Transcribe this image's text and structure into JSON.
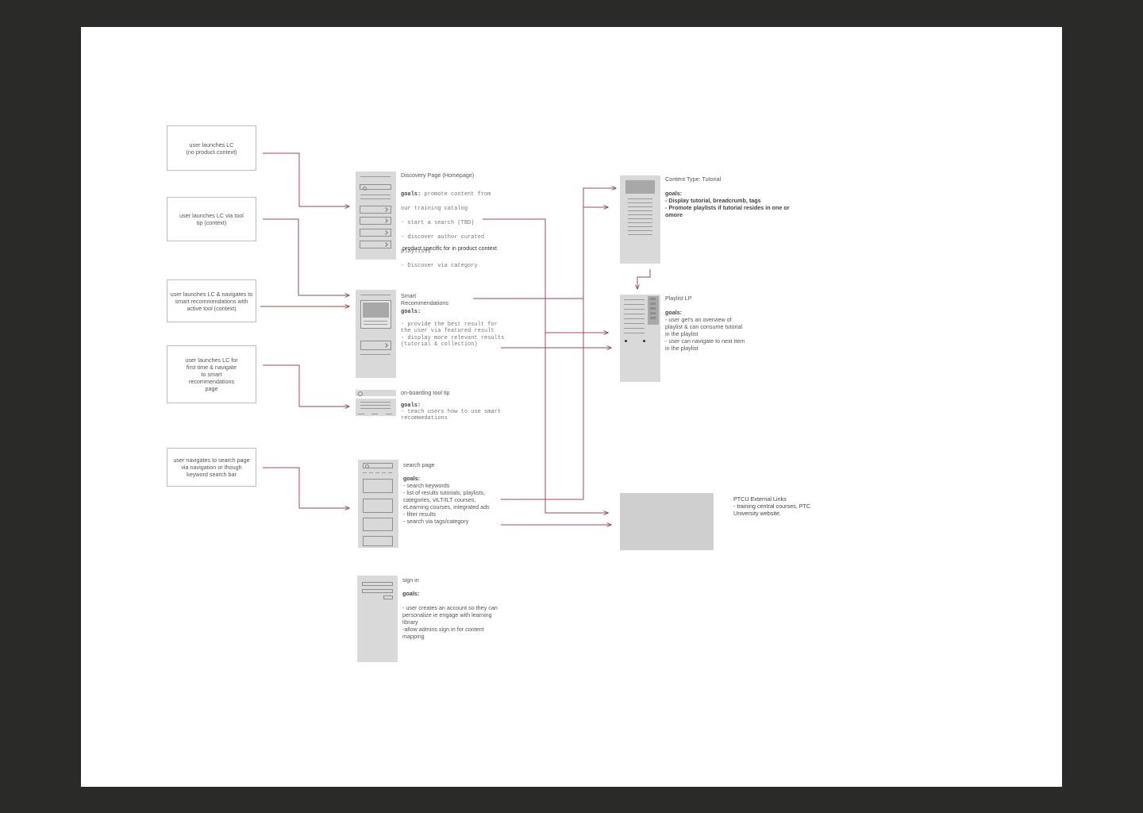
{
  "colors": {
    "background": "#2a2b28",
    "canvas": "#ffffff",
    "connector": "#9b4a5a",
    "wireframe": "#d9d9d9"
  },
  "entry_points": [
    "user launches LC\n(no product context)",
    "user launches LC via tool\ntip (context)",
    "user launches LC & navigates to\nsmart recommendations  with\nactive tool (context)",
    "user launches LC for\nfirst time & navigate\nto smart\nrecommendations\npage",
    "user navigates to search page\nvia navigation or though\nkeyword search bar"
  ],
  "discovery": {
    "title": "Discovery Page (Homepage)",
    "goals_label": "goals:",
    "goals_text": " promote content from\nour training catalog\n- start a search (TBD)\n- discover author curated\nplaylists\n- Discover via category",
    "note": "product specific for in product context"
  },
  "smart": {
    "title": "Smart\nRecommendations",
    "goals_label": "goals:",
    "goals_text": "- provide the best result for\nthe user via featured result\n- display more relevant results\n(tutorial & collection)"
  },
  "onboarding": {
    "title": "on-boarding tool tip",
    "goals_label": "goals:",
    "goals_text": "- teach users how to use smart\nrecommedations"
  },
  "search": {
    "title": "search  page",
    "goals_label": "goals:",
    "goals_text": "- search keywords\n- list of results tutorials, playlists,\ncategories, vILT/ILT courses,\neLearning courses, integrated ads\n- filter results\n- search via tags/category"
  },
  "signin": {
    "title": "sign in",
    "goals_label": "goals:",
    "goals_text": "- user creates an account so they can\npersonalize ie engage with learning\nlibrary\n-allow admins sign in for content\nmapping"
  },
  "tutorial": {
    "title": "Content Type: Tutorial",
    "goals_label": "goals:",
    "goals_text": "- Display tutorial, breadcrumb, tags\n- Promote playlists if tutorial resides in one or\nomore"
  },
  "playlist": {
    "title": "Playlist LP",
    "goals_label": "goals:",
    "goals_text": "- user get's an overview of\nplaylist & can consume tutorial\nin the playlist\n- user can navigate to next item\nin the playlist"
  },
  "external": {
    "title": "PTCU External Links",
    "text": "- training central courses, PTC\nUniversity website."
  }
}
